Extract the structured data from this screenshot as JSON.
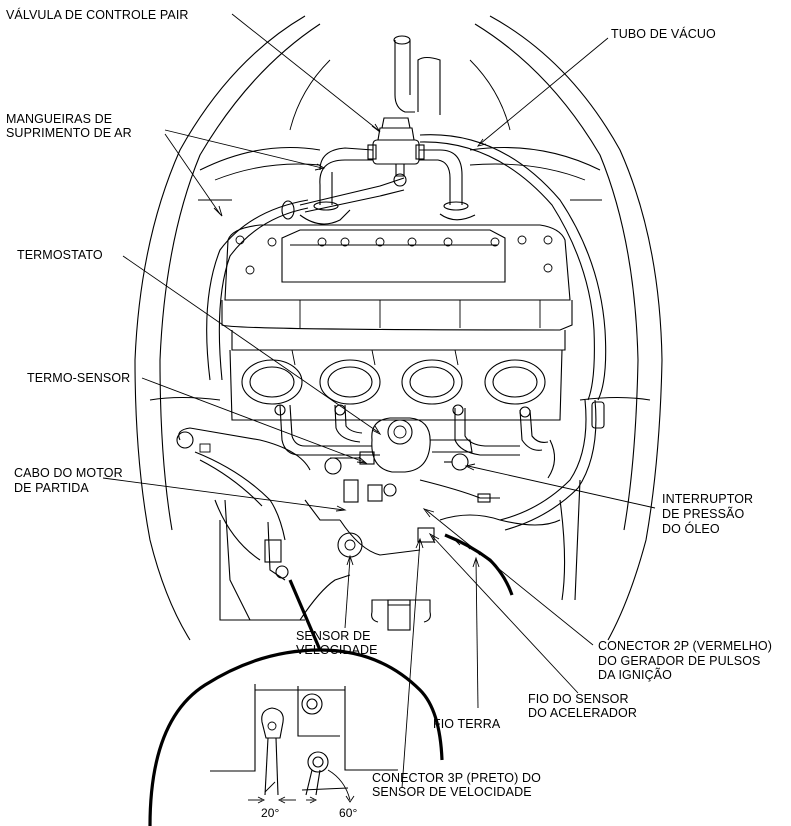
{
  "labels": {
    "pair_valve": "VÁLVULA DE CONTROLE PAIR",
    "vacuum_tube": "TUBO DE VÁCUO",
    "air_hoses_1": "MANGUEIRAS DE",
    "air_hoses_2": "SUPRIMENTO DE AR",
    "thermostat": "TERMOSTATO",
    "thermo_sensor": "TERMO-SENSOR",
    "starter_cable_1": "CABO DO MOTOR",
    "starter_cable_2": "DE PARTIDA",
    "oil_switch_1": "INTERRUPTOR",
    "oil_switch_2": "DE PRESSÃO",
    "oil_switch_3": "DO ÓLEO",
    "speed_sensor_1": "SENSOR DE",
    "speed_sensor_2": "VELOCIDADE",
    "pulse_conn_1": "CONECTOR 2P (VERMELHO)",
    "pulse_conn_2": "DO GERADOR DE PULSOS",
    "pulse_conn_3": "DA IGNIÇÃO",
    "throttle_wire_1": "FIO DO SENSOR",
    "throttle_wire_2": "DO ACELERADOR",
    "ground_wire": "FIO TERRA",
    "speed_conn_1": "CONECTOR 3P (PRETO) DO",
    "speed_conn_2": "SENSOR DE VELOCIDADE",
    "angle_20": "20°",
    "angle_60": "60°"
  }
}
